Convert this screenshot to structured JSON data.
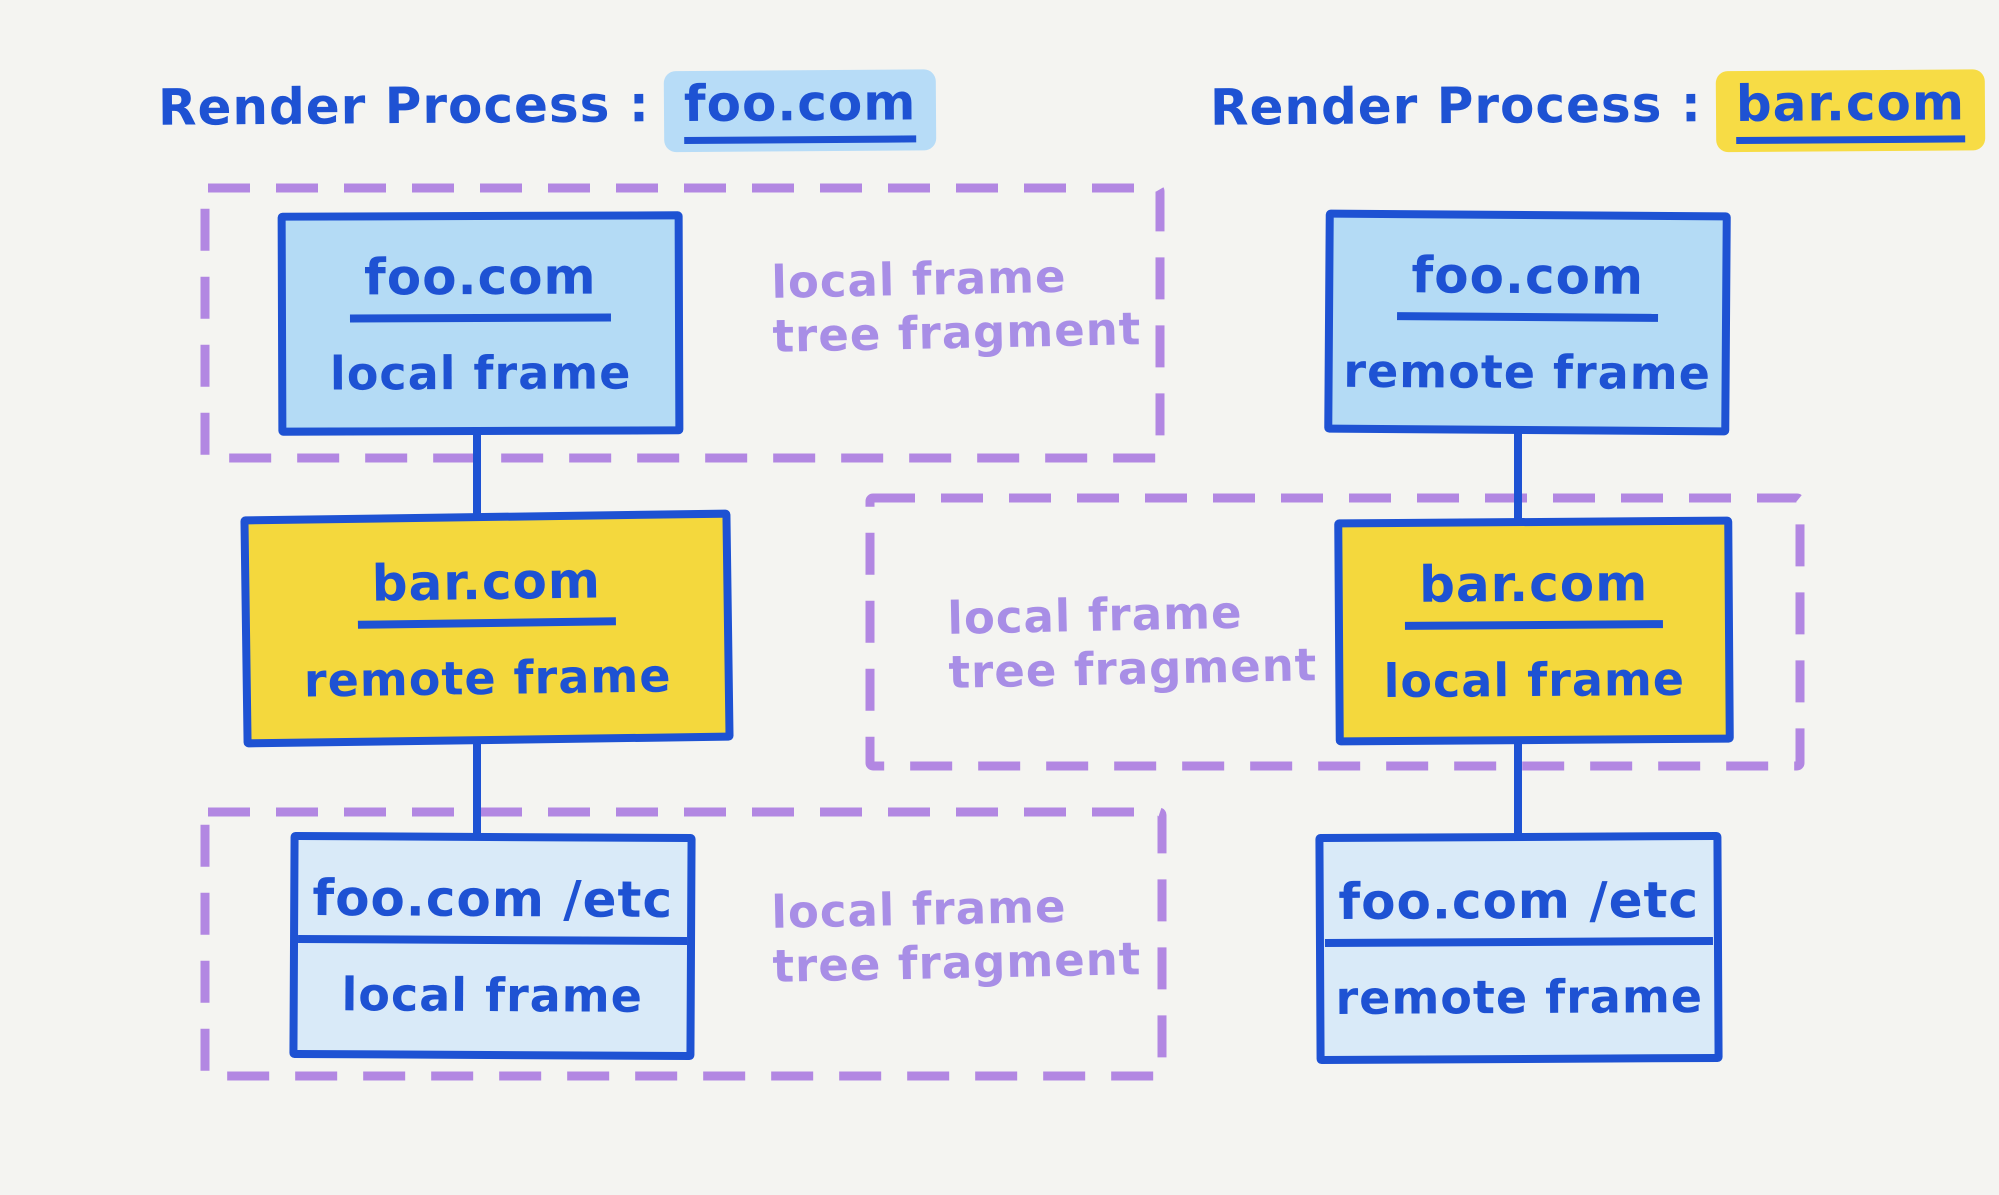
{
  "colors": {
    "bg": "#f4f4f1",
    "ink": "#1e52d3",
    "box-blue": "#b4dbf5",
    "box-blue-light": "#d9eaf8",
    "box-yellow": "#f4d83d",
    "purple-dash": "#b287e2",
    "purple-text": "#a88ee6",
    "hl-blue": "#b7dcf7",
    "hl-yellow": "#f7dc45"
  },
  "left": {
    "title": {
      "prefix": "Render Process :",
      "domain": "foo.com"
    },
    "node1": {
      "domain": "foo.com",
      "frame": "local frame"
    },
    "node2": {
      "domain": "bar.com",
      "frame": "remote frame"
    },
    "node3": {
      "domain": "foo.com /etc",
      "frame": "local frame"
    },
    "fragment1": {
      "line1": "local frame",
      "line2": "tree fragment"
    },
    "fragment2": {
      "line1": "local frame",
      "line2": "tree fragment"
    }
  },
  "right": {
    "title": {
      "prefix": "Render Process :",
      "domain": "bar.com"
    },
    "node1": {
      "domain": "foo.com",
      "frame": "remote frame"
    },
    "node2": {
      "domain": "bar.com",
      "frame": "local frame"
    },
    "node3": {
      "domain": "foo.com /etc",
      "frame": "remote frame"
    },
    "fragment1": {
      "line1": "local frame",
      "line2": "tree fragment"
    }
  }
}
